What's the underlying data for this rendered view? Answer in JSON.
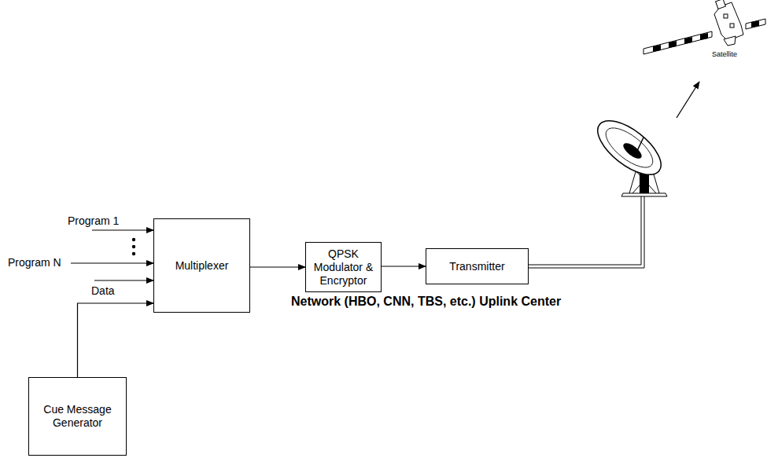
{
  "diagram": {
    "nodes": [
      {
        "text": [
          "Multiplexer"
        ]
      },
      {
        "text": [
          "QPSK Modulator & Encryptor"
        ]
      },
      {
        "text": [
          "Transmitter"
        ]
      },
      {
        "text": [
          "Cue Message Generator"
        ]
      }
    ],
    "edges": [
      {
        "from": 3,
        "to": 0,
        "arrow": "to"
      },
      {
        "from": 0,
        "to": 1,
        "arrow": "to"
      },
      {
        "from": 1,
        "to": 2,
        "arrow": "to"
      }
    ],
    "labels": [
      "Program 1",
      "Program N",
      "Data",
      "Satellite",
      "Network (HBO, CNN, TBS, etc.) Uplink Center"
    ]
  }
}
